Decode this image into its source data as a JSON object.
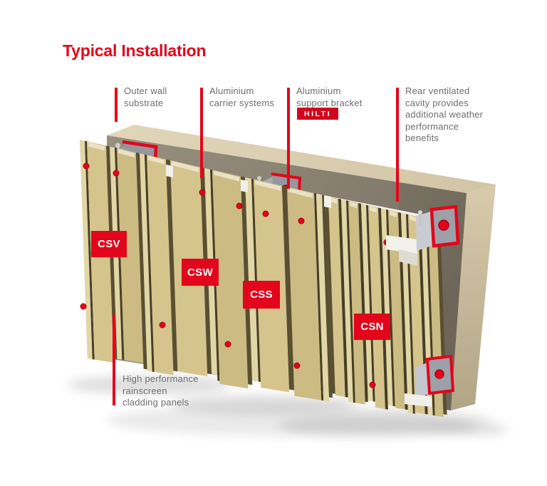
{
  "title": "Typical Installation",
  "colors": {
    "accent": "#e3051b",
    "brand_red": "#d2051e",
    "label_text": "#6d6e71",
    "panel_gold": "#d5c58d",
    "wall_gray": "#8a8176",
    "wall_tan": "#d9ccae"
  },
  "callouts": {
    "outer_wall": {
      "text": "Outer wall\nsubstrate"
    },
    "carrier": {
      "text": "Aluminium\ncarrier systems"
    },
    "bracket": {
      "text": "Aluminium\nsupport bracket",
      "logo": "HILTI"
    },
    "cavity": {
      "text": "Rear ventilated\ncavity provides\nadditional weather\nperformance\nbenefits"
    },
    "panels": {
      "text": "High performance\nrainscreen\ncladding panels"
    }
  },
  "panel_labels": [
    {
      "code": "CSV"
    },
    {
      "code": "CSW"
    },
    {
      "code": "CSS"
    },
    {
      "code": "CSN"
    }
  ]
}
